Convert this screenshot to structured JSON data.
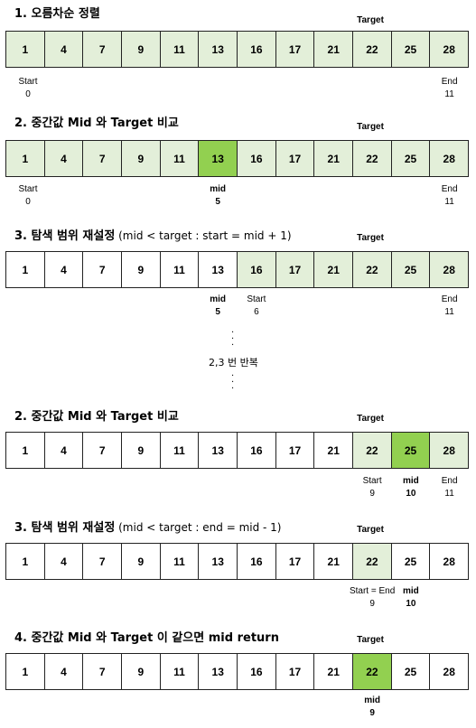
{
  "array": [
    1,
    4,
    7,
    9,
    11,
    13,
    16,
    17,
    21,
    22,
    25,
    28
  ],
  "target_label": "Target",
  "repeat_text": "2,3 번 반복",
  "steps": [
    {
      "title": "1. 오름차순 정렬",
      "note": "",
      "range": [
        0,
        11
      ],
      "highlight": null,
      "labels": [
        {
          "cell": 0,
          "top": "Start",
          "bottom": "0",
          "bold": false
        },
        {
          "cell": 11,
          "top": "End",
          "bottom": "11",
          "bold": false
        }
      ]
    },
    {
      "title": "2. 중간값 Mid 와 Target 비교",
      "note": "",
      "range": [
        0,
        11
      ],
      "highlight": 5,
      "labels": [
        {
          "cell": 0,
          "top": "Start",
          "bottom": "0",
          "bold": false
        },
        {
          "cell": 5,
          "top": "mid",
          "bottom": "5",
          "bold": true
        },
        {
          "cell": 11,
          "top": "End",
          "bottom": "11",
          "bold": false
        }
      ]
    },
    {
      "title": "3. 탐색 범위 재설정",
      "note": " (mid < target : start = mid + 1)",
      "range": [
        6,
        11
      ],
      "highlight": null,
      "labels": [
        {
          "cell": 5,
          "top": "mid",
          "bottom": "5",
          "bold": true
        },
        {
          "cell": 6,
          "top": "Start",
          "bottom": "6",
          "bold": false
        },
        {
          "cell": 11,
          "top": "End",
          "bottom": "11",
          "bold": false
        }
      ]
    },
    {
      "title": "2. 중간값 Mid 와 Target 비교",
      "note": "",
      "range": [
        9,
        11
      ],
      "highlight": 10,
      "labels": [
        {
          "cell": 9,
          "top": "Start",
          "bottom": "9",
          "bold": false
        },
        {
          "cell": 10,
          "top": "mid",
          "bottom": "10",
          "bold": true
        },
        {
          "cell": 11,
          "top": "End",
          "bottom": "11",
          "bold": false
        }
      ]
    },
    {
      "title": "3. 탐색 범위 재설정",
      "note": " (mid < target : end = mid - 1)",
      "range": [
        9,
        9
      ],
      "highlight": null,
      "labels": [
        {
          "cell": 9,
          "top": "Start = End",
          "bottom": "9",
          "bold": false
        },
        {
          "cell": 10,
          "top": "mid",
          "bottom": "10",
          "bold": true
        }
      ]
    },
    {
      "title": "4. 중간값 Mid 와 Target 이 같으면 mid return",
      "note": "",
      "range": null,
      "highlight": 9,
      "labels": [
        {
          "cell": 9,
          "top": "mid",
          "bottom": "9",
          "bold": true
        }
      ]
    }
  ],
  "target_index": 9
}
